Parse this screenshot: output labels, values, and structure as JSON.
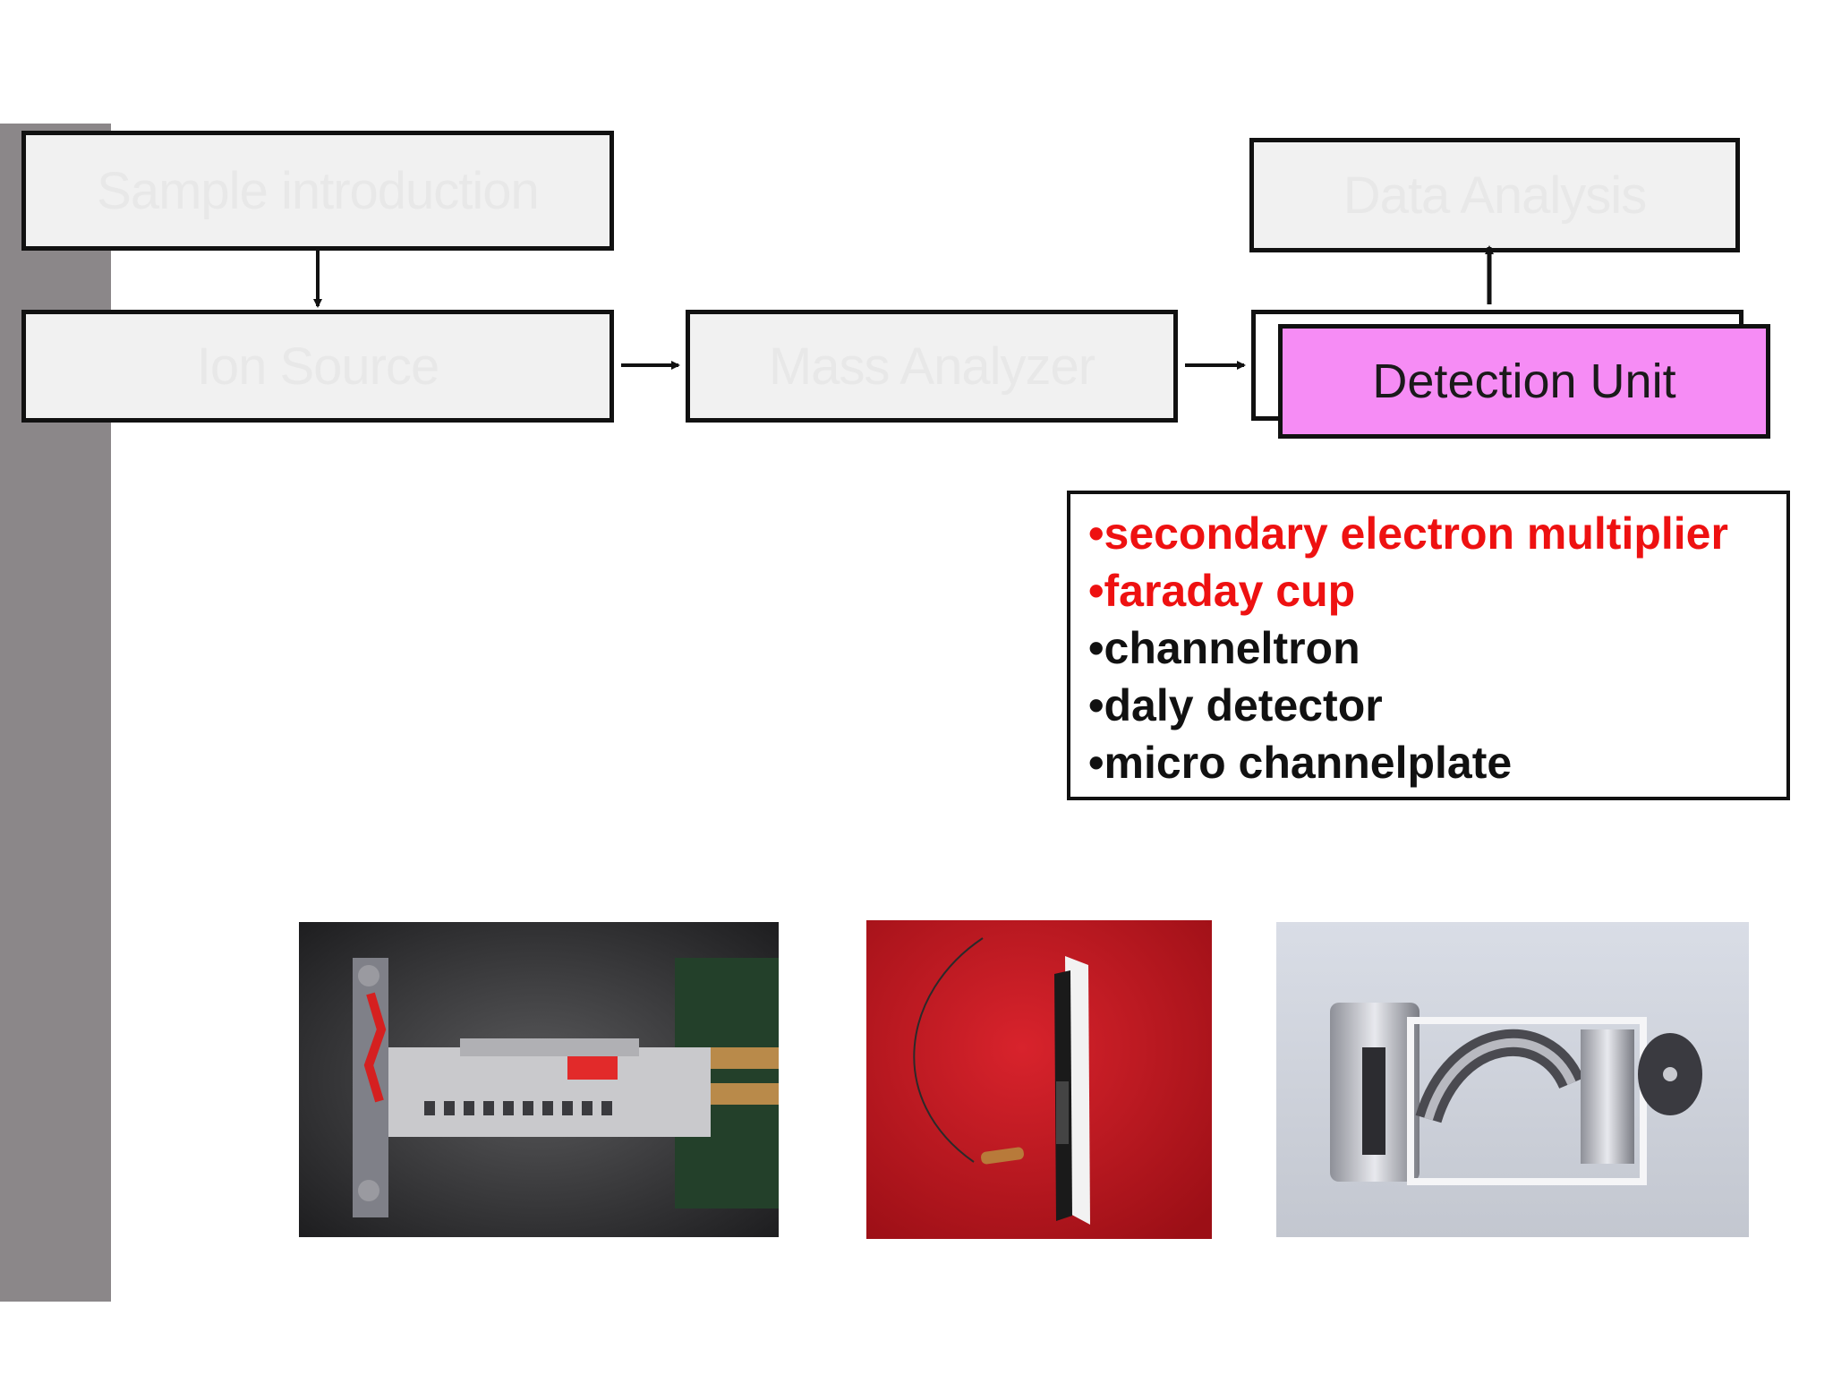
{
  "diagram": {
    "blocks": {
      "sample_introduction": "Sample introduction",
      "ion_source": "Ion Source",
      "mass_analyzer": "Mass Analyzer",
      "data_analysis": "Data Analysis",
      "detection_unit": "Detection Unit"
    },
    "detector_list": [
      {
        "text": "•secondary electron multiplier",
        "highlighted": true
      },
      {
        "text": "•faraday cup",
        "highlighted": true
      },
      {
        "text": "•channeltron",
        "highlighted": false
      },
      {
        "text": "•daly detector",
        "highlighted": false
      },
      {
        "text": "•micro channelplate",
        "highlighted": false
      }
    ]
  },
  "colors": {
    "highlight_text": "#ee1111",
    "detection_fill": "#f68cf5",
    "side_bar": "#8b8789"
  },
  "images": [
    {
      "icon": "electron-multiplier-photo"
    },
    {
      "icon": "faraday-cup-photo"
    },
    {
      "icon": "channeltron-photo"
    }
  ]
}
